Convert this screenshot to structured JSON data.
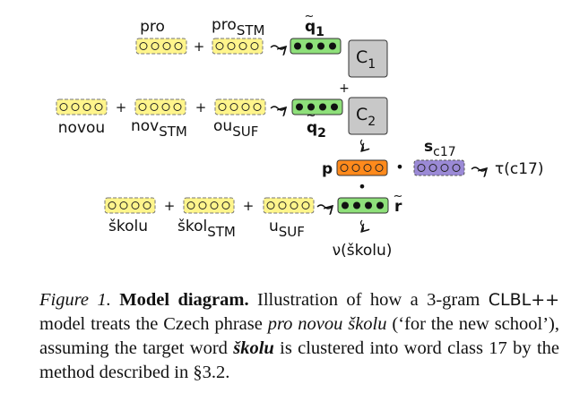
{
  "labels": {
    "pro": "pro",
    "pro_stm_base": "pro",
    "stm": "STM",
    "q1": "q",
    "q1_sub": "1",
    "c1": "C",
    "c1_sub": "1",
    "c2": "C",
    "c2_sub": "2",
    "novou": "novou",
    "nov": "nov",
    "ou": "ou",
    "suf": "SUF",
    "q2": "q",
    "q2_sub": "2",
    "p": "p",
    "s": "s",
    "s_sub": "c17",
    "tau": "τ(c17)",
    "skolu": "školu",
    "skol": "škol",
    "u": "u",
    "r": "r",
    "nu": "ν(školu)",
    "plus": "+",
    "dot": "•"
  },
  "colors": {
    "yellow_fill": "#fff58c",
    "green_fill": "#8ee07a",
    "orange_fill": "#ff8a1c",
    "purple_fill": "#9b8ad6",
    "gray_fill": "#c8c8c8"
  },
  "caption": {
    "fig": "Figure 1.",
    "title": "Model diagram.",
    "t1": "Illustration of how a 3-gram",
    "model_name": "CLBL++",
    "t2": "model treats the Czech phrase",
    "phrase": "pro novou školu",
    "t3": "(‘for the new school’), assuming the target word",
    "target": "školu",
    "t4": "is clustered into word class 17 by the method described in §3.2."
  }
}
